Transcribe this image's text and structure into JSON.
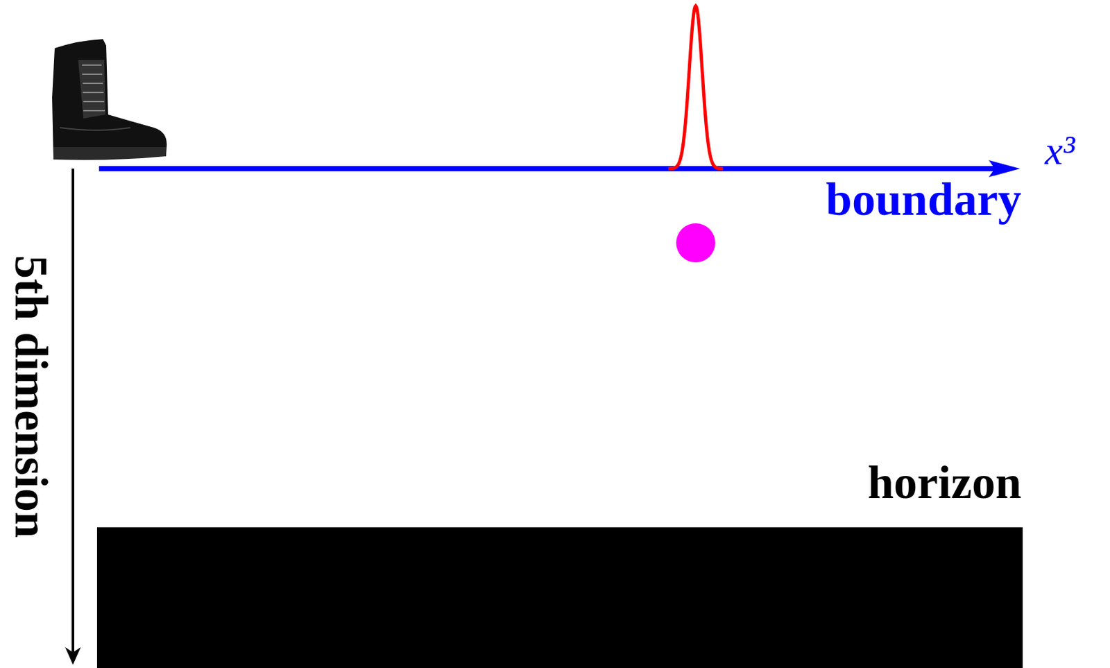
{
  "diagram": {
    "labels": [
      "x³",
      "boundary",
      "5th dimension",
      "horizon"
    ]
  }
}
